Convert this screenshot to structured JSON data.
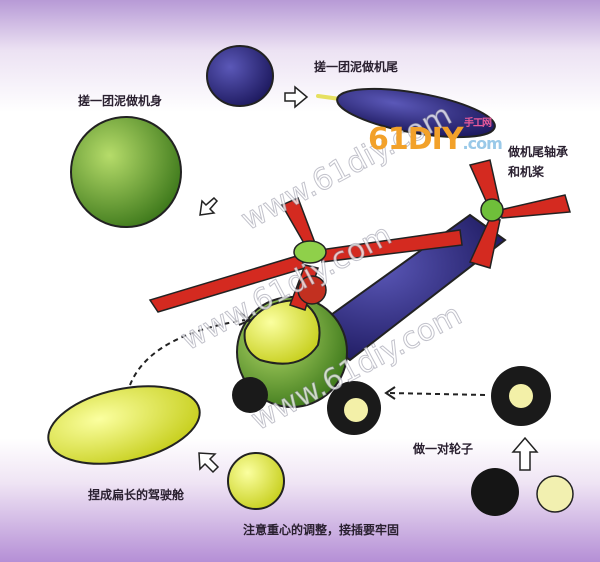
{
  "labels": {
    "body": "搓一团泥做机身",
    "tail": "搓一团泥做机尾",
    "rotor_line1": "做机尾轴承",
    "rotor_line2": "和机桨",
    "wheels": "做一对轮子",
    "cockpit": "捏成扁长的驾驶舱",
    "tip": "注意重心的调整，接插要牢固"
  },
  "watermark": "www.61diy.com",
  "logo": {
    "text": "61DIY",
    "domain": ".com",
    "subtitle": "手工网"
  },
  "colors": {
    "green": "#5c9a2a",
    "navy": "#2e2a82",
    "red": "#d42a20",
    "yellow": "#e6f040",
    "black": "#1a1a1a"
  }
}
